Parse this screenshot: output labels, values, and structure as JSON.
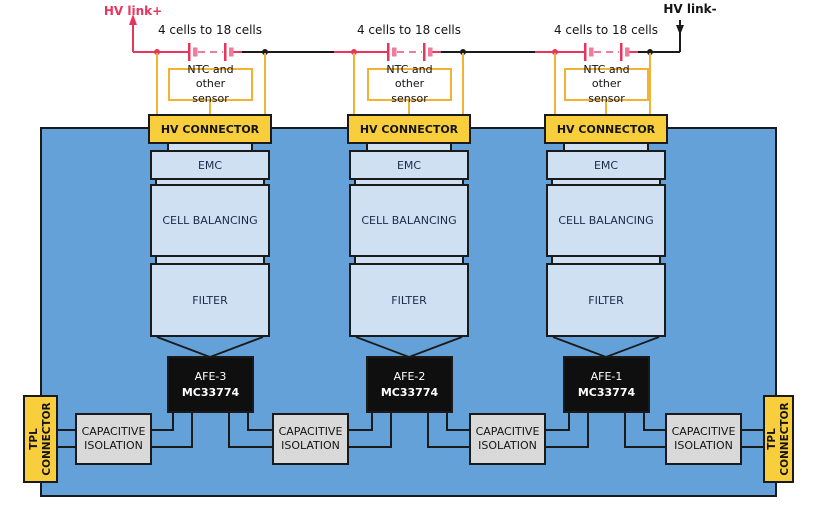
{
  "colors": {
    "board_blue": "#63A1D8",
    "block_light_blue": "#CFE0F3",
    "connector_yellow": "#F9CE3C",
    "isolation_gray": "#D9D9D9",
    "afe_black": "#0F0F0F",
    "hv_red": "#E8355E",
    "battery_pink": "#F27A9B",
    "sense_orange": "#F2B234",
    "wire_black": "#1A1A1A"
  },
  "hv_link_positive": "HV link+",
  "hv_link_negative": "HV link-",
  "groups": [
    {
      "cells_range": "4 cells to 18 cells",
      "sensor": "NTC and other sensor",
      "hv_connector": "HV CONNECTOR",
      "emc": "EMC",
      "cell_balancing": "CELL BALANCING",
      "filter": "FILTER",
      "afe": {
        "name": "AFE-3",
        "part": "MC33774"
      }
    },
    {
      "cells_range": "4 cells to 18 cells",
      "sensor": "NTC and other sensor",
      "hv_connector": "HV CONNECTOR",
      "emc": "EMC",
      "cell_balancing": "CELL BALANCING",
      "filter": "FILTER",
      "afe": {
        "name": "AFE-2",
        "part": "MC33774"
      }
    },
    {
      "cells_range": "4 cells to 18 cells",
      "sensor": "NTC and other sensor",
      "hv_connector": "HV CONNECTOR",
      "emc": "EMC",
      "cell_balancing": "CELL BALANCING",
      "filter": "FILTER",
      "afe": {
        "name": "AFE-1",
        "part": "MC33774"
      }
    }
  ],
  "isolation_label": "CAPACITIVE ISOLATION",
  "tpl_connector_label": "TPL CONNECTOR"
}
